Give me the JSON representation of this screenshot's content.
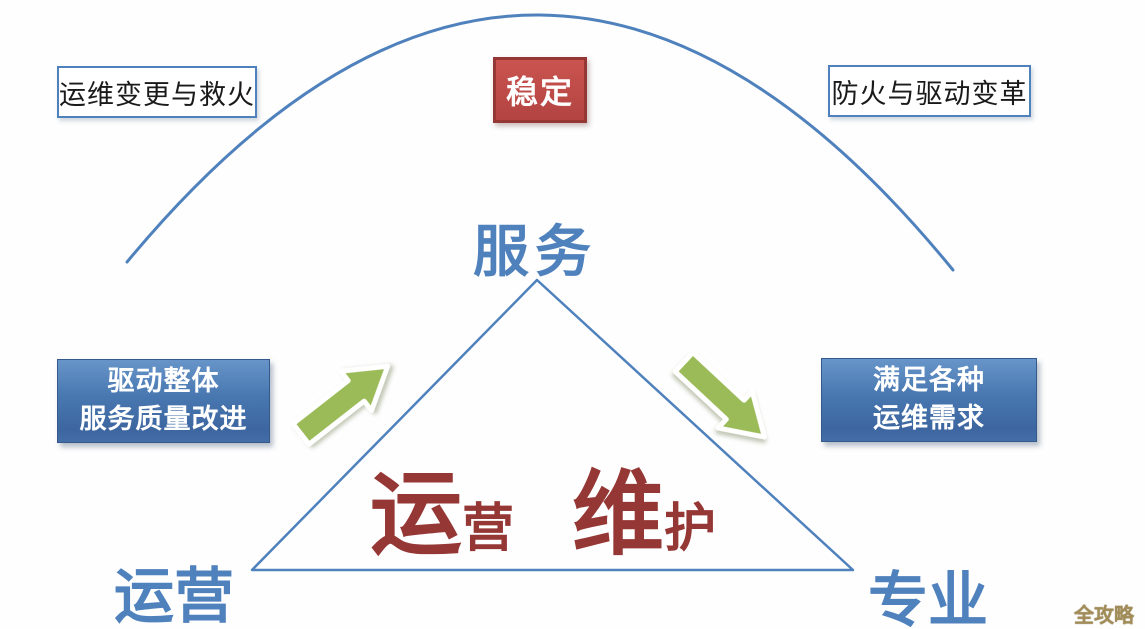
{
  "diagram": {
    "labels": {
      "top_left": "运维变更与救火",
      "top_center": "稳定",
      "top_right": "防火与驱动变革",
      "apex": "服务",
      "left_box_line1": "驱动整体",
      "left_box_line2": "服务质量改进",
      "right_box_line1": "满足各种",
      "right_box_line2": "运维需求",
      "center_word1_big": "运",
      "center_word1_small": "营",
      "center_word2_big": "维",
      "center_word2_small": "护",
      "bottom_left": "运营",
      "bottom_right": "专业",
      "watermark": "全攻略"
    },
    "shapes": {
      "arc": "curve spanning from lower-left to lower-right over the 稳定 box",
      "triangle": "outlined triangle with apex below 服务 and horizontal base",
      "left_arrow_direction": "up-right",
      "right_arrow_direction": "down-right"
    },
    "colors": {
      "line_blue": "#4f81bd",
      "box_blue_fill": "#4877b0",
      "red_fill": "#c0504d",
      "red_border": "#953735",
      "dark_red_text": "#953735",
      "arrow_green": "#9bbb59",
      "text_black": "#1a1a1a",
      "watermark_gold": "#a28d58",
      "background": "#fefefe"
    }
  }
}
